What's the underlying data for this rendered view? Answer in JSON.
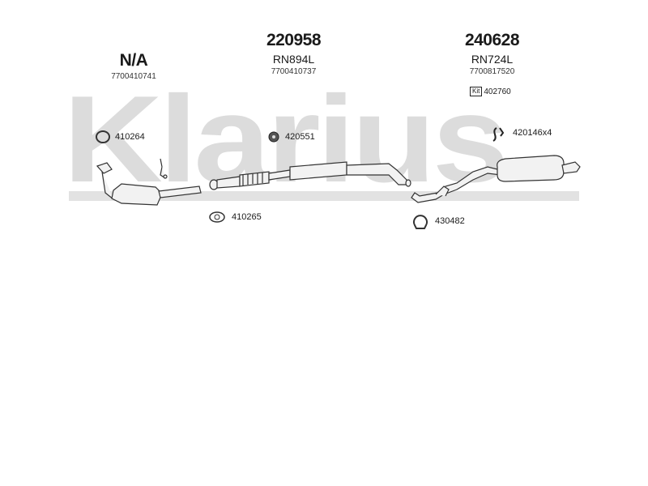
{
  "watermark": "Klarius",
  "groups": [
    {
      "part_number": "N/A",
      "oe_number": "7700410741"
    },
    {
      "part_number": "220958",
      "reference": "RN894L",
      "oe_number": "7700410737"
    },
    {
      "part_number": "240628",
      "reference": "RN724L",
      "oe_number": "7700817520",
      "kit_number": "402760",
      "kit_icon": "Kit"
    }
  ],
  "fittings": [
    {
      "code": "410264",
      "icon": "gasket-ring-icon"
    },
    {
      "code": "420551",
      "icon": "rubber-mount-icon"
    },
    {
      "code": "420146x4",
      "icon": "hanger-clip-icon"
    },
    {
      "code": "410265",
      "icon": "flange-gasket-icon"
    },
    {
      "code": "430482",
      "icon": "pipe-clamp-icon"
    }
  ]
}
